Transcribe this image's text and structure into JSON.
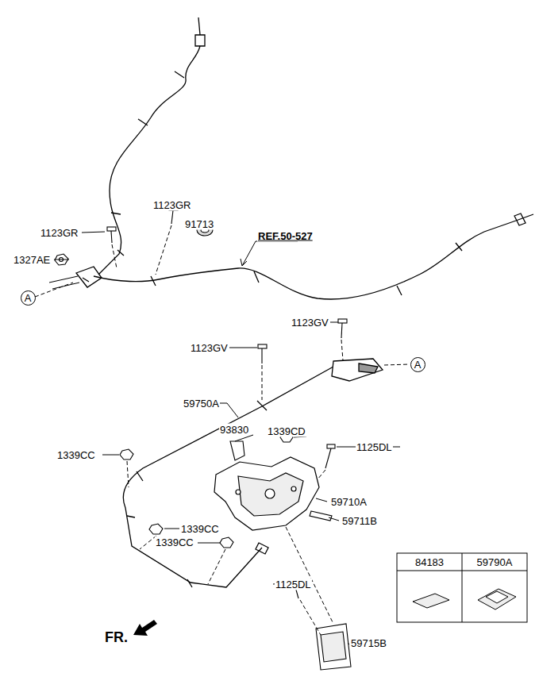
{
  "diagram": {
    "nodes": [
      {
        "text": [
          "A"
        ]
      },
      {
        "text": [
          "A"
        ]
      }
    ],
    "labels": [
      "1123GR",
      "1123GR",
      "91713",
      "REF.50-527",
      "1327AE",
      "1123GV",
      "1123GV",
      "59750A",
      "93830",
      "1339CD",
      "1125DL",
      "1339CC",
      "59710A",
      "59711B",
      "1339CC",
      "1339CC",
      "1125DL",
      "59715B",
      "84183",
      "59790A",
      "FR."
    ]
  }
}
